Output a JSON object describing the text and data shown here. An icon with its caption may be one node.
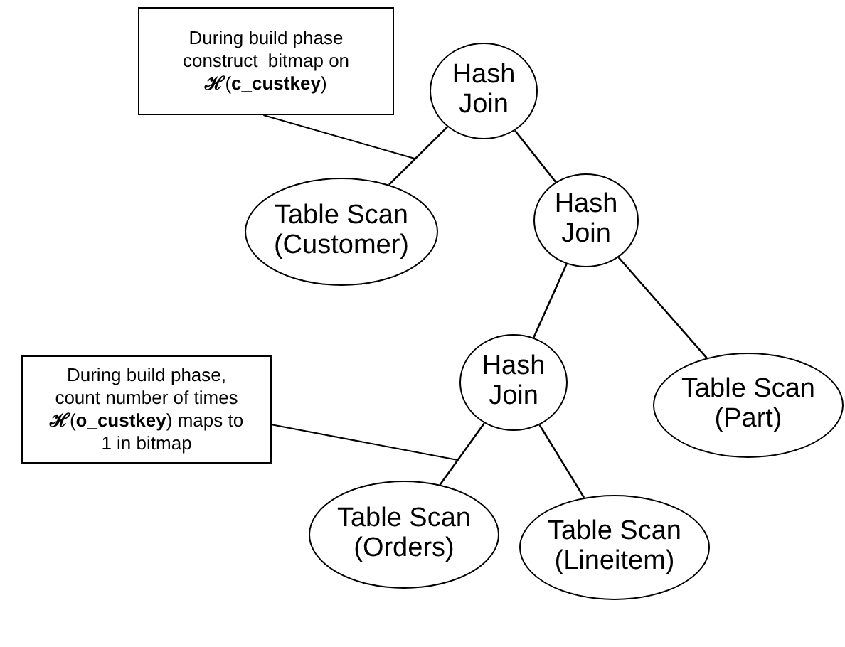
{
  "diagram": {
    "nodes": [
      {
        "text": [
          "During build phase construct  bitmap on **ℋ**(**c_custkey**)"
        ]
      },
      {
        "text": [
          "Hash Join"
        ]
      },
      {
        "text": [
          "Table Scan (Customer)"
        ]
      },
      {
        "text": [
          "Hash Join"
        ]
      },
      {
        "text": [
          "During build phase, count number of times **ℋ**(**o_custkey**) maps to 1 in bitmap"
        ]
      },
      {
        "text": [
          "Hash Join"
        ]
      },
      {
        "text": [
          "Table Scan (Part)"
        ]
      },
      {
        "text": [
          "Table Scan (Orders)"
        ]
      },
      {
        "text": [
          "Table Scan (Lineitem)"
        ]
      }
    ],
    "edges": [
      {
        "from": 1,
        "to": 2,
        "arrow": "none"
      },
      {
        "from": 1,
        "to": 3,
        "arrow": "none"
      },
      {
        "from": 3,
        "to": 5,
        "arrow": "none"
      },
      {
        "from": 3,
        "to": 6,
        "arrow": "none"
      },
      {
        "from": 5,
        "to": 7,
        "arrow": "none"
      },
      {
        "from": 5,
        "to": 8,
        "arrow": "none"
      },
      {
        "from": 0,
        "to": null,
        "arrow": "none"
      },
      {
        "from": 4,
        "to": null,
        "arrow": "none"
      }
    ]
  }
}
